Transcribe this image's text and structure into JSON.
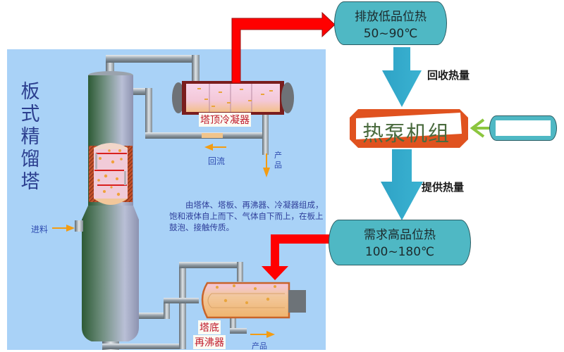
{
  "left_panel": {
    "title_chars": [
      "板",
      "式",
      "精",
      "馏",
      "塔"
    ],
    "condenser_label": "塔顶冷凝器",
    "reflux_label": "回流",
    "product_top_label_chars": [
      "产",
      "品"
    ],
    "feed_label": "进料",
    "reboiler_label_line1": "塔底",
    "reboiler_label_line2": "再沸器",
    "product_bottom_label": "产品",
    "description": "由塔体、塔板、再沸器、冷凝器组成，饱和液体自上而下、气体自下而上，在板上鼓泡、接触传质。"
  },
  "right_flow": {
    "waste_heat_box": {
      "line1": "排放低品位热",
      "line2": "50~90℃"
    },
    "recover_label": "回收热量",
    "heat_pump_label": "热泵机组",
    "input_box_text": "",
    "supply_label": "提供热量",
    "demand_box": {
      "line1": "需求高品位热",
      "line2": "100~180℃"
    }
  },
  "colors": {
    "panel_bg": "#a9d2f7",
    "teal_box": "#4fb8c4",
    "flow_arrow": "#2fa3c6",
    "heat_pump": "#e0521f",
    "red_arrow": "#ff0000",
    "green_arrow": "#8cc63f"
  }
}
